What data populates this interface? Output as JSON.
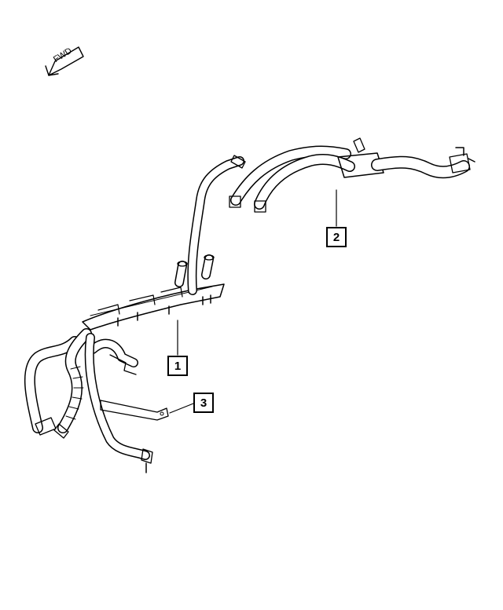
{
  "direction_indicator": {
    "label": "FWD",
    "icon": "arrow-left-icon"
  },
  "callouts": [
    {
      "id": "callout-1",
      "label": "1",
      "part": "hose-assembly-1"
    },
    {
      "id": "callout-2",
      "label": "2",
      "part": "hose-assembly-2"
    },
    {
      "id": "callout-3",
      "label": "3",
      "part": "bracket"
    }
  ],
  "colors": {
    "line": "#000000",
    "background": "#ffffff"
  }
}
